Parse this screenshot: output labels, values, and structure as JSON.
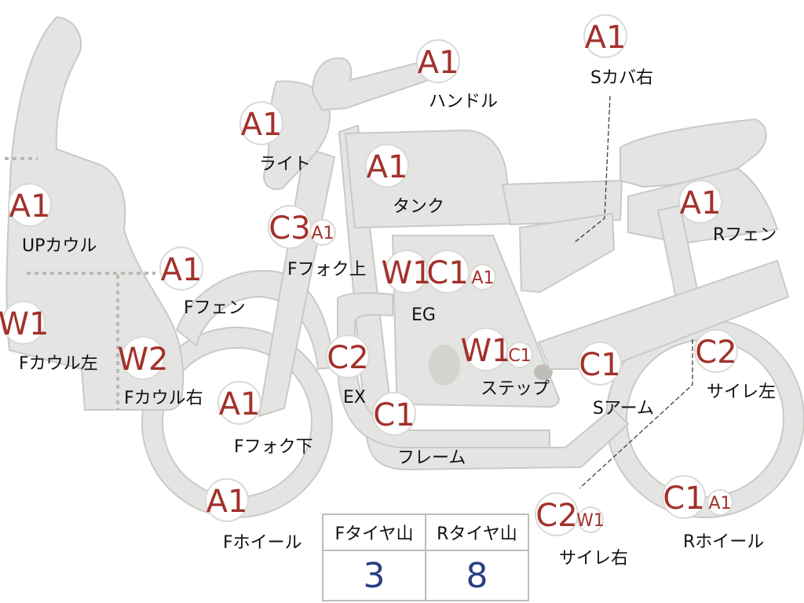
{
  "parts": [
    {
      "id": "up-cowl",
      "name": "UPカウル",
      "grade": "A1"
    },
    {
      "id": "f-cowl-left",
      "name": "Fカウル左",
      "grade": "W1"
    },
    {
      "id": "f-cowl-right",
      "name": "Fカウル右",
      "grade": "W2"
    },
    {
      "id": "light",
      "name": "ライト",
      "grade": "A1"
    },
    {
      "id": "handle",
      "name": "ハンドル",
      "grade": "A1"
    },
    {
      "id": "tank",
      "name": "タンク",
      "grade": "A1"
    },
    {
      "id": "s-cover-right",
      "name": "Sカバ右",
      "grade": "A1"
    },
    {
      "id": "r-fender",
      "name": "Rフェン",
      "grade": "A1"
    },
    {
      "id": "f-fork-upper",
      "name": "Fフォク上",
      "grades": [
        "C3",
        "A1"
      ]
    },
    {
      "id": "f-fender",
      "name": "Fフェン",
      "grade": "A1"
    },
    {
      "id": "eg",
      "name": "EG",
      "grades": [
        "W1",
        "C1",
        "A1"
      ]
    },
    {
      "id": "ex",
      "name": "EX",
      "grade": "C2"
    },
    {
      "id": "step",
      "name": "ステップ",
      "grades": [
        "W1",
        "C1"
      ]
    },
    {
      "id": "s-arm",
      "name": "Sアーム",
      "grade": "C1"
    },
    {
      "id": "silencer-left",
      "name": "サイレ左",
      "grade": "C2"
    },
    {
      "id": "f-fork-lower",
      "name": "Fフォク下",
      "grade": "A1"
    },
    {
      "id": "frame",
      "name": "フレーム",
      "grade": "C1"
    },
    {
      "id": "f-wheel",
      "name": "Fホイール",
      "grade": "A1"
    },
    {
      "id": "silencer-right",
      "name": "サイレ右",
      "grades": [
        "C2",
        "W1"
      ]
    },
    {
      "id": "r-wheel",
      "name": "Rホイール",
      "grades": [
        "C1",
        "A1"
      ]
    }
  ],
  "tread": {
    "front_header": "Fタイヤ山",
    "rear_header": "Rタイヤ山",
    "front_value": "3",
    "rear_value": "8"
  }
}
